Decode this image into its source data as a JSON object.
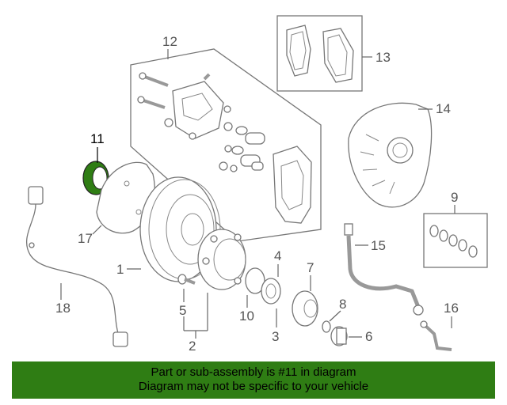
{
  "callouts": [
    "1",
    "2",
    "3",
    "4",
    "5",
    "6",
    "7",
    "8",
    "9",
    "11",
    "12",
    "13",
    "14",
    "15",
    "16",
    "17",
    "18"
  ],
  "highlighted_part": "11",
  "colors": {
    "highlight": "#2f7d14",
    "banner": "#2f7d14",
    "line": "#666666"
  },
  "banner": {
    "line1": "Part or sub-assembly is #11 in diagram",
    "line2": "Diagram may not be specific to your vehicle"
  }
}
